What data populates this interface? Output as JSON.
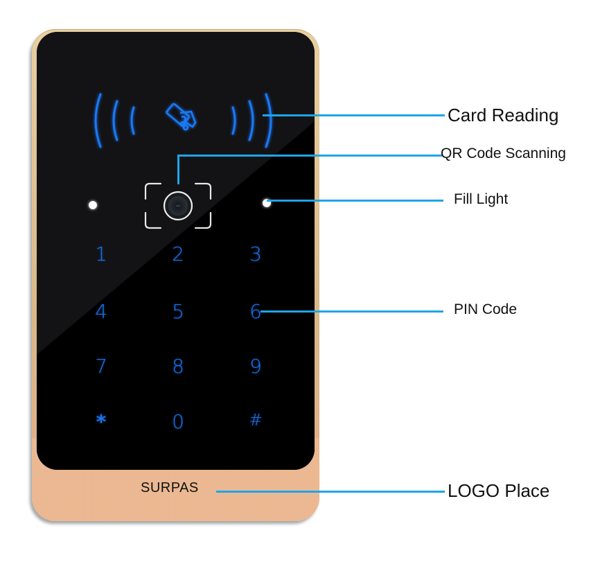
{
  "device": {
    "brand": "SURPAS",
    "keypad": {
      "keys": [
        "1",
        "2",
        "3",
        "4",
        "5",
        "6",
        "7",
        "8",
        "9",
        "*",
        "0",
        "#"
      ]
    },
    "icons": {
      "card_reader": "hand-holding-card-icon",
      "nfc_waves": "nfc-wave-icon",
      "camera": "camera-lens-icon",
      "fill_light": "led-light-icon"
    }
  },
  "callouts": {
    "card_reading": "Card Reading",
    "qr_code_scanning": "QR Code Scanning",
    "fill_light": "Fill Light",
    "pin_code": "PIN Code",
    "logo_place": "LOGO Place"
  },
  "colors": {
    "callout_line": "#1ea5e8",
    "key_glow": "#1a73e8",
    "body_gold": "#eab68f",
    "screen": "#000000"
  }
}
